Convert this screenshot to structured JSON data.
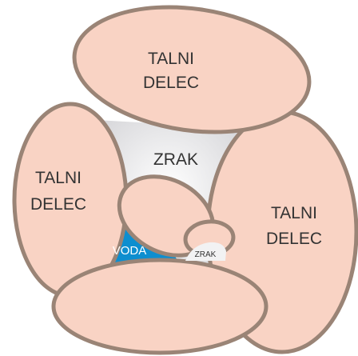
{
  "labels": {
    "particle_top_line1": "TALNI",
    "particle_top_line2": "DELEC",
    "particle_left_line1": "TALNI",
    "particle_left_line2": "DELEC",
    "particle_right_line1": "TALNI",
    "particle_right_line2": "DELEC",
    "air_large": "ZRAK",
    "air_small": "ZRAK",
    "water": "VODA"
  },
  "colors": {
    "particle_fill": "#f9d3c4",
    "particle_outline": "#9a8476",
    "pore_air": "#f2f2f3",
    "water": "#0d8ecf"
  }
}
